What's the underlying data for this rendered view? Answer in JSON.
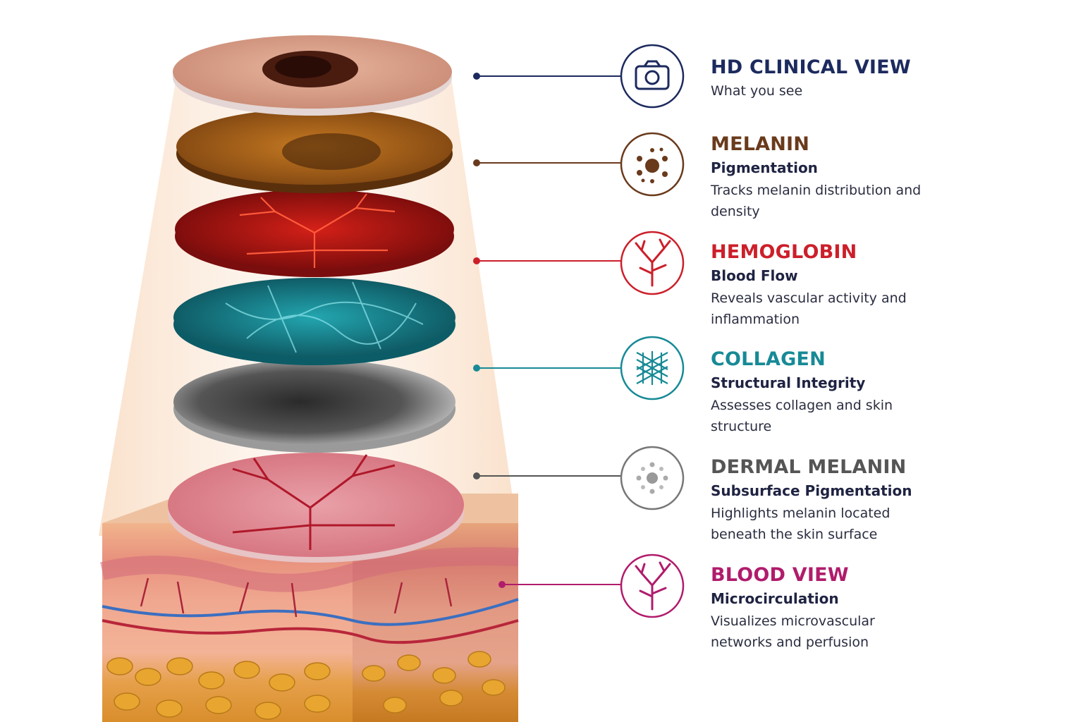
{
  "colors": {
    "clinical": "#1c2a5e",
    "melanin": "#6a3a1c",
    "hemoglobin": "#cc1f2a",
    "collagen": "#178a96",
    "dermal_melanin": "#555555",
    "blood_view": "#b01c6c"
  },
  "layers": [
    {
      "title": "HD CLINICAL VIEW",
      "subtitle": "",
      "description": "What you see",
      "icon": "camera-icon"
    },
    {
      "title": "MELANIN",
      "subtitle": "Pigmentation",
      "description": "Tracks melanin distribution and density",
      "icon": "melanin-dots-icon"
    },
    {
      "title": "HEMOGLOBIN",
      "subtitle": "Blood Flow",
      "description": "Reveals vascular activity and inflammation",
      "icon": "vessel-tree-icon"
    },
    {
      "title": "COLLAGEN",
      "subtitle": "Structural Integrity",
      "description": "Assesses collagen and skin structure",
      "icon": "collagen-mesh-icon"
    },
    {
      "title": "DERMAL MELANIN",
      "subtitle": "Subsurface Pigmentation",
      "description": "Highlights melanin located beneath the skin surface",
      "icon": "dermal-dots-icon"
    },
    {
      "title": "BLOOD VIEW",
      "subtitle": "Microcirculation",
      "description": "Visualizes microvascular networks and perfusion",
      "icon": "vessel-tree-icon"
    }
  ]
}
